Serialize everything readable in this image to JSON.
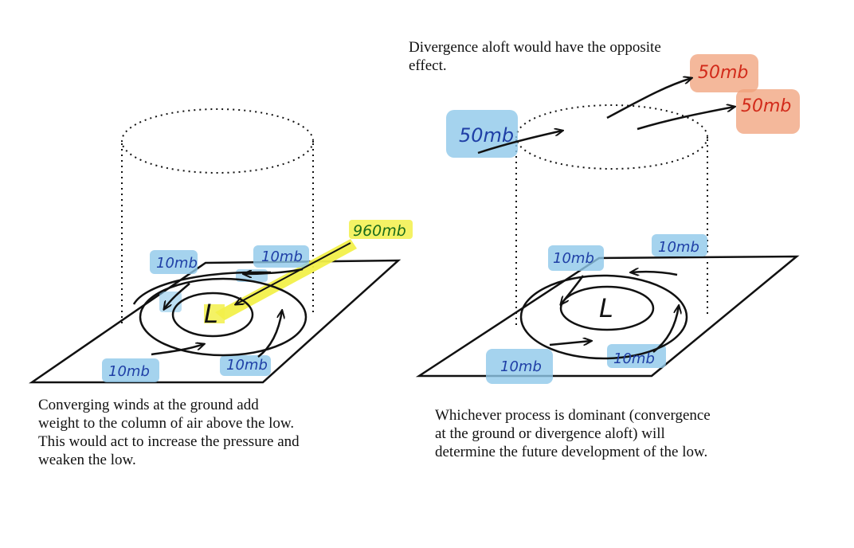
{
  "captions": {
    "top": [
      "Divergence aloft would have the opposite",
      "effect."
    ],
    "left": [
      "Converging winds at the ground add",
      "weight to the column of air above the low.",
      "This would act to increase the pressure and",
      "weaken the low."
    ],
    "right": [
      "Whichever process is dominant (convergence",
      "at the ground or divergence aloft) will",
      "determine the future development of the low."
    ]
  },
  "left_panel": {
    "center_symbol": "L",
    "pressure_label": "960mb",
    "wind_labels": [
      "10mb",
      "10mb",
      "10mb",
      "10mb"
    ]
  },
  "right_panel": {
    "center_symbol": "L",
    "aloft_labels": [
      "50mb",
      "50mb",
      "50mb"
    ],
    "wind_labels": [
      "10mb",
      "10mb",
      "10mb",
      "10mb"
    ]
  },
  "colors": {
    "ink": "#111111",
    "blue_highlight": "#8ec8ea",
    "blue_text": "#1f3fa6",
    "yellow_highlight": "#f2f04a",
    "red_highlight": "#f0a07a",
    "red_text": "#d22a1a",
    "green_text": "#1a6b1a"
  }
}
